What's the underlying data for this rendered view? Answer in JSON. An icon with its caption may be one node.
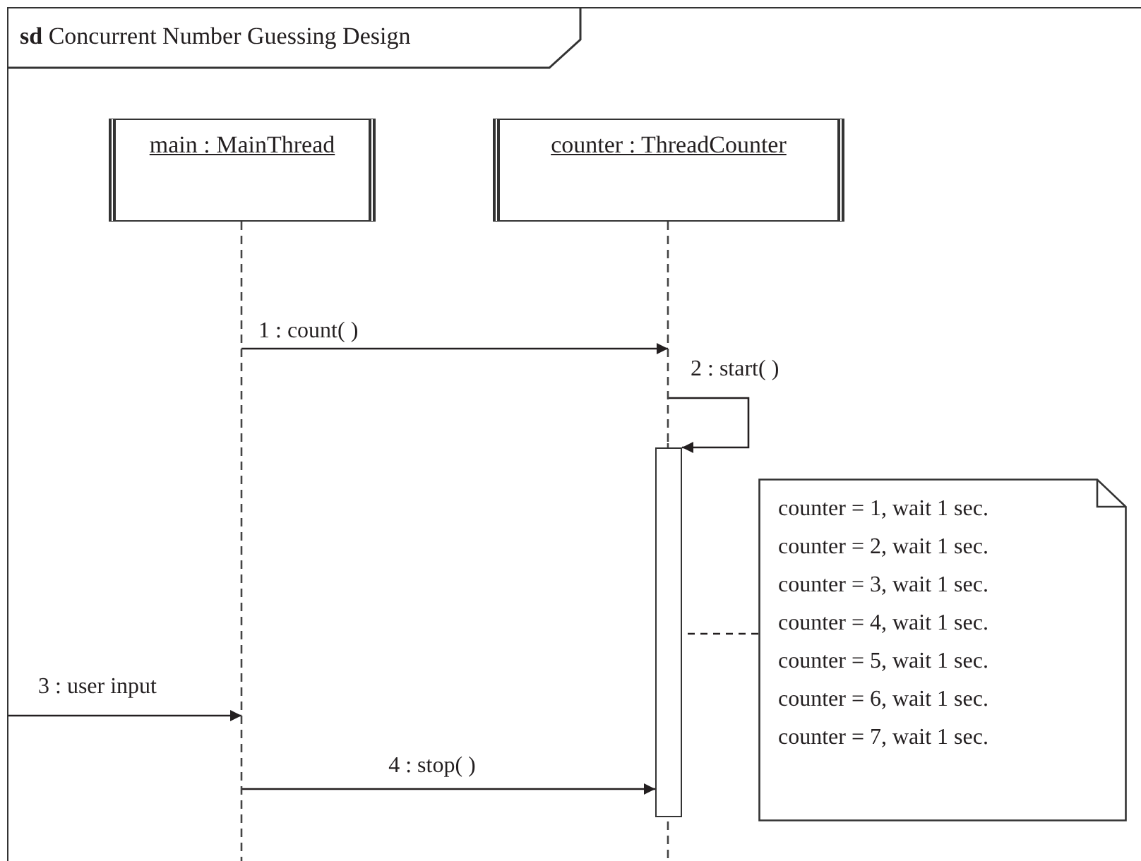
{
  "diagram": {
    "nodes": [
      {
        "text": [
          "**sd** Concurrent Number Guessing Design"
        ]
      },
      {
        "text": [
          "main : MainThread"
        ],
        "in": 0
      },
      {
        "text": [
          "counter : ThreadCounter"
        ],
        "in": 0
      },
      {
        "text": [],
        "shape": "bar",
        "in": 0
      },
      {
        "text": [
          "counter = 1, wait 1 sec.",
          "counter = 2, wait 1 sec.",
          "counter = 3, wait 1 sec.",
          "counter = 4, wait 1 sec.",
          "counter = 5, wait 1 sec.",
          "counter = 6, wait 1 sec.",
          "counter = 7, wait 1 sec."
        ],
        "in": 0
      }
    ],
    "edges": [
      {
        "from": 1,
        "to": 2,
        "arrow": "to",
        "label": "1 : count( )"
      },
      {
        "from": 2,
        "to": 3,
        "arrow": "to",
        "label": "2 : start( )"
      },
      {
        "from": null,
        "to": 1,
        "arrow": "to",
        "label": "3 : user input"
      },
      {
        "from": 1,
        "to": 3,
        "arrow": "to",
        "label": "4 : stop( )"
      },
      {
        "from": 4,
        "to": 3,
        "arrow": "none",
        "style": "dashed"
      }
    ]
  }
}
